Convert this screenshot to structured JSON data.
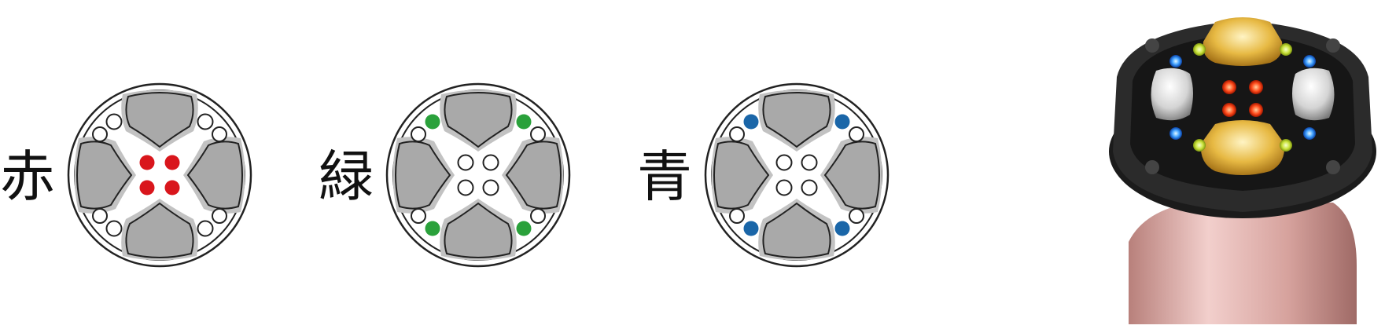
{
  "panels": [
    {
      "id": "red",
      "label": "赤",
      "active": "center",
      "color": "#d9161c"
    },
    {
      "id": "green",
      "label": "緑",
      "active": "inner",
      "color": "#2aa13b"
    },
    {
      "id": "blue",
      "label": "青",
      "active": "inner",
      "color": "#1a66a8"
    }
  ],
  "colors": {
    "pad": "#a9a9a9",
    "pad_shadow": "#c2c2c2",
    "outline": "#222222",
    "gold": "#e0b53a",
    "silver": "#dcdcdc",
    "housing": "#2b2b2b",
    "handle": "#d6a7a3",
    "yellow_led": "#c9e23a"
  }
}
